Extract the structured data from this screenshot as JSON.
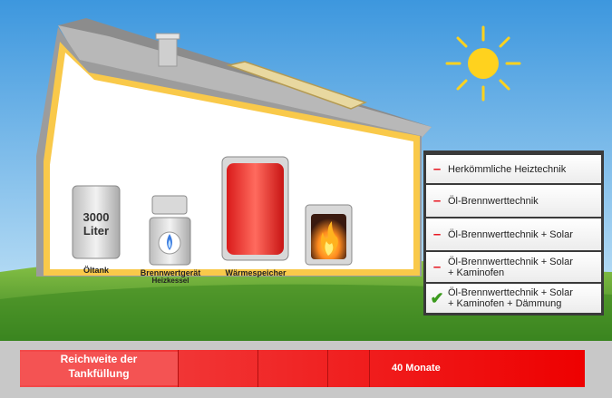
{
  "house": {
    "tank_volume": "3000",
    "tank_unit": "Liter",
    "labels": {
      "oiltank": "Öltank",
      "boiler_line1": "Brennwertgerät",
      "boiler_line2": "Heizkessel",
      "storage": "Wärmespeicher"
    }
  },
  "options": [
    {
      "label_lines": [
        "Herkömmliche Heiztechnik"
      ],
      "state": "minus",
      "selected": false
    },
    {
      "label_lines": [
        "Öl-Brennwerttechnik"
      ],
      "state": "minus",
      "selected": false
    },
    {
      "label_lines": [
        "Öl-Brennwerttechnik + Solar"
      ],
      "state": "minus",
      "selected": false
    },
    {
      "label_lines": [
        "Öl-Brennwerttechnik + Solar",
        "+ Kaminofen"
      ],
      "state": "minus",
      "selected": false
    },
    {
      "label_lines": [
        "Öl-Brennwerttechnik + Solar",
        "+ Kaminofen + Dämmung"
      ],
      "state": "check",
      "selected": true
    }
  ],
  "range_bar": {
    "label_line1": "Reichweite der",
    "label_line2": "Tankfüllung",
    "value": "40 Monate"
  },
  "colors": {
    "sky": "#49a6e6",
    "grass": "#4f9b2a",
    "house_outline": "#f9c94a",
    "roof": "#a9a9a9",
    "bar_red": "#f01e1e",
    "minus_red": "#e8141e",
    "check_green": "#3c9b1e"
  }
}
